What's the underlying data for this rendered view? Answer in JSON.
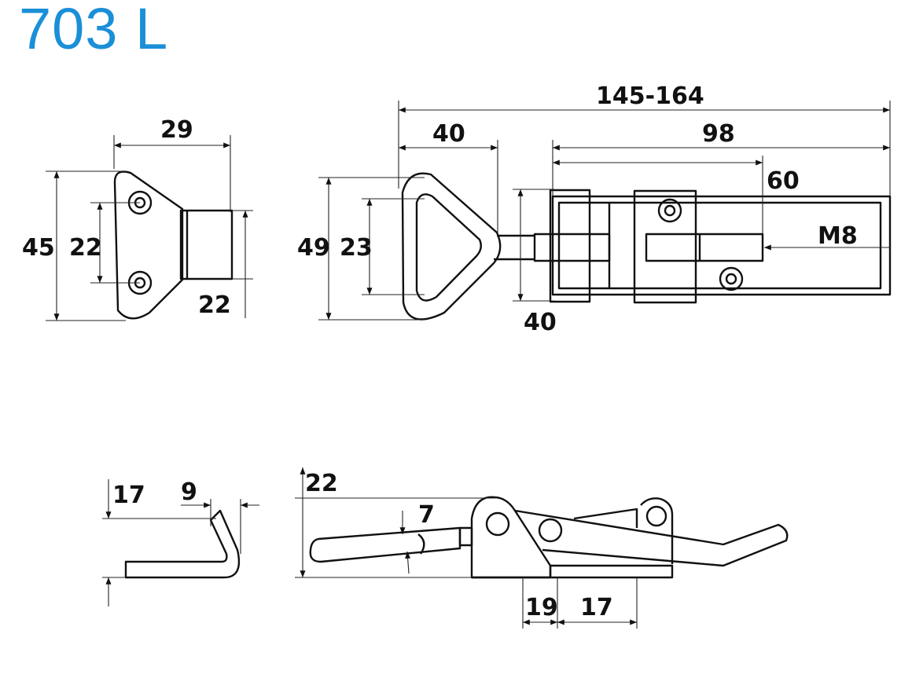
{
  "title": "703 L",
  "title_color": "#1b8fd8",
  "views": {
    "catch_plate_top": {
      "width": "29",
      "height": "45",
      "hole_spacing": "22",
      "hook_height": "22"
    },
    "latch_top": {
      "overall_length": "145-164",
      "handle_length": "40",
      "body_length": "98",
      "slot_length": "60",
      "thread": "M8",
      "handle_height": "49",
      "handle_inner": "23",
      "body_width": "40"
    },
    "catch_plate_side": {
      "height": "17",
      "hook_depth": "9"
    },
    "latch_side": {
      "height": "22",
      "handle_dia": "7",
      "hole_offset": "19",
      "hole_spacing": "17"
    }
  }
}
